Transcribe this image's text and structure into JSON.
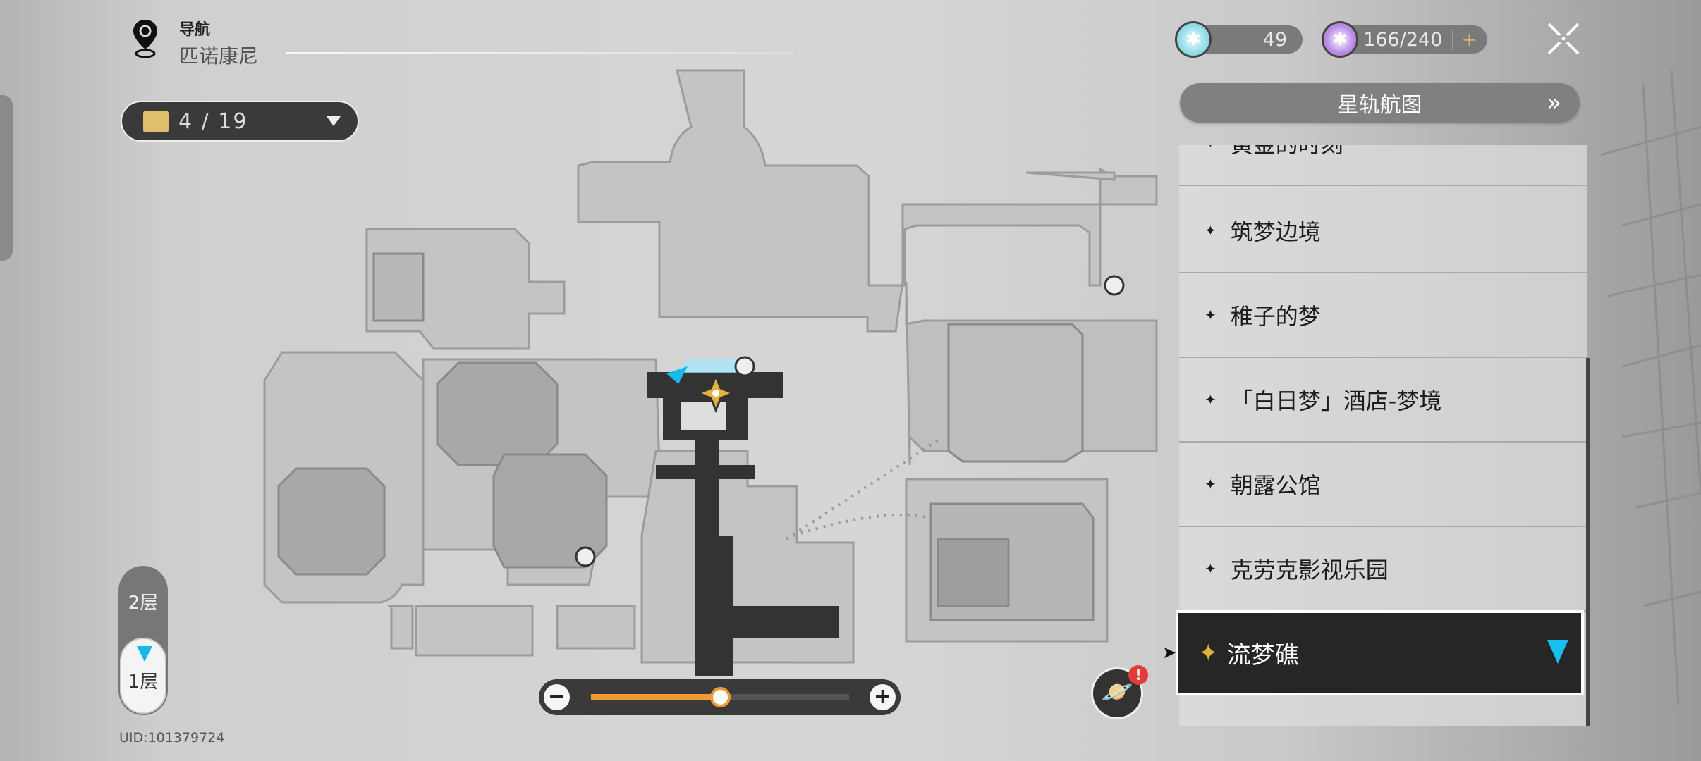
{
  "header": {
    "nav_label": "导航",
    "region": "匹诺康尼"
  },
  "chest": {
    "count": "4 / 19"
  },
  "resources": [
    {
      "icon": "fuel-orb-icon",
      "value": "49"
    },
    {
      "icon": "trailblaze-power-icon",
      "value": "166/240",
      "add": "+"
    }
  ],
  "star_rail_map_button": "星轨航图",
  "locations": [
    {
      "label": "黄金的时刻"
    },
    {
      "label": "筑梦边境"
    },
    {
      "label": "稚子的梦"
    },
    {
      "label": "「白日梦」酒店-梦境"
    },
    {
      "label": "朝露公馆"
    },
    {
      "label": "克劳克影视乐园"
    }
  ],
  "selected_location": {
    "label": "流梦礁"
  },
  "floors": {
    "upper": "2层",
    "current": "1层"
  },
  "uid": "UID:101379724",
  "zoom": {
    "level_fraction": 0.5,
    "minus": "−",
    "plus": "+"
  },
  "notification_badge": "!",
  "colors": {
    "accent": "#ef9a32",
    "cyan": "#18c0f0",
    "gold": "#e3b23c",
    "badge": "#e23b3b"
  }
}
